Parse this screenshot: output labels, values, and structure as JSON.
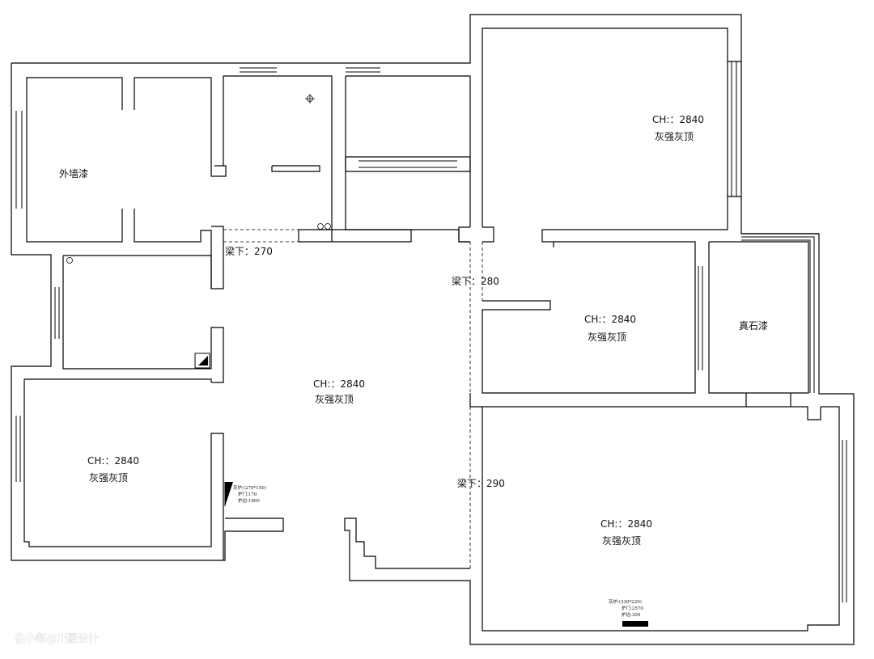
{
  "labels": {
    "ceiling_height": "CH:：2840",
    "ceiling_finish": "灰强灰顶",
    "exterior_paint": "外墙漆",
    "stone_paint": "真石漆",
    "beam_270": "梁下：270",
    "beam_280": "梁下：280",
    "beam_290": "梁下：290"
  },
  "notes": {
    "small_fireplace": [
      "灰炉:(270*150)",
      "炉门:170",
      "炉边:1800"
    ],
    "large_fireplace": [
      "灰炉:(330*220)",
      "炉门:2570",
      "炉边:300"
    ]
  },
  "watermark": "住小帮@川豪设计"
}
